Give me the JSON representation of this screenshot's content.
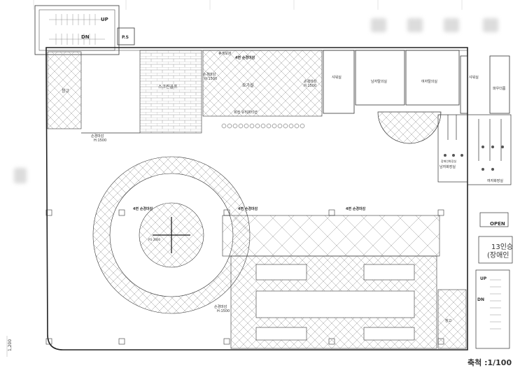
{
  "stair_top": {
    "up": "UP",
    "dn": "DN",
    "ps": "P.S"
  },
  "stair_right": {
    "up": "UP",
    "dn": "DN"
  },
  "rooms": {
    "storage_left": "창고",
    "esquash": "스크린골프",
    "yoga": "요가실",
    "rest_room_top": "휴게보관",
    "glass_panel_top": "4면 손경마감",
    "glass_panel_mid": "회전 유리파티션",
    "wall_a": "손경마감",
    "wall_a_h": "H:1500",
    "wall_b": "손경마감",
    "wall_b_h": "H:1500",
    "shower1": "샤워실",
    "male_locker": "남자탈의실",
    "female_locker": "여자탈의실",
    "shower2": "샤워실",
    "lobby_right": "파우더룸",
    "male_wc": "남자화장실",
    "female_wc": "여자화장실",
    "accessible_wc": "장애인화장실",
    "wall_c": "손경마감",
    "wall_c_h": "H:1500",
    "wall_d": "손경마감",
    "wall_d_h": "H:1500",
    "mirror1": "4면 손경마감",
    "mirror2": "4면 손경마감",
    "mirror3": "4면 손경마감",
    "ps_center": "P.S 2000",
    "small_room": "창고"
  },
  "elevator": {
    "open": "OPEN",
    "capacity": "13인승",
    "type": "(장애인"
  },
  "scale": "축척 :1/100",
  "dimension": "1,200"
}
